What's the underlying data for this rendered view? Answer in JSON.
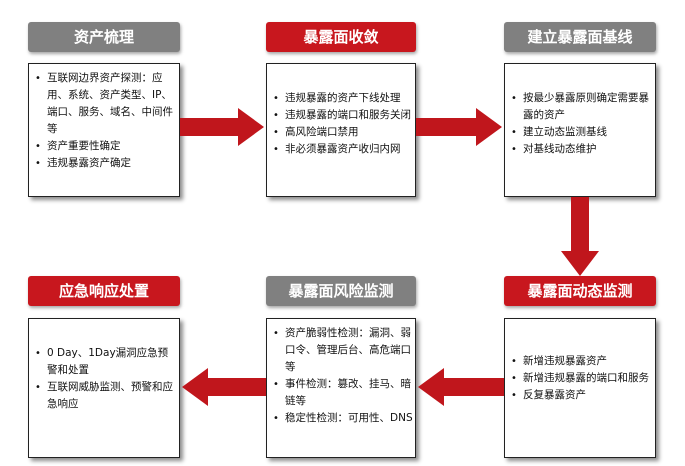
{
  "stages": {
    "asset_review": {
      "title": "资产梳理",
      "items": [
        "互联网边界资产探测：应用、系统、资产类型、IP、端口、服务、域名、中间件等",
        "资产重要性确定",
        "违规暴露资产确定"
      ]
    },
    "exposure_reduction": {
      "title": "暴露面收敛",
      "items": [
        "违规暴露的资产下线处理",
        "违规暴露的端口和服务关闭",
        "高风险端口禁用",
        "非必须暴露资产收归内网"
      ]
    },
    "baseline": {
      "title": "建立暴露面基线",
      "items": [
        "按最少暴露原则确定需要暴露的资产",
        "建立动态监测基线",
        "对基线动态维护"
      ]
    },
    "dynamic_monitoring": {
      "title": "暴露面动态监测",
      "items": [
        "新增违规暴露资产",
        "新增违规暴露的端口和服务",
        "反复暴露资产"
      ]
    },
    "risk_monitoring": {
      "title": "暴露面风险监测",
      "items": [
        "资产脆弱性检测：漏洞、弱口令、管理后台、高危端口等",
        "事件检测：篡改、挂马、暗链等",
        "稳定性检测：可用性、DNS"
      ]
    },
    "emergency": {
      "title": "应急响应处置",
      "items": [
        "0 Day、1Day漏洞应急预警和处置",
        "互联网威胁监测、预警和应急响应"
      ]
    }
  },
  "colors": {
    "red": "#c8171e",
    "gray": "#808080",
    "arrow": "#c0161c"
  }
}
